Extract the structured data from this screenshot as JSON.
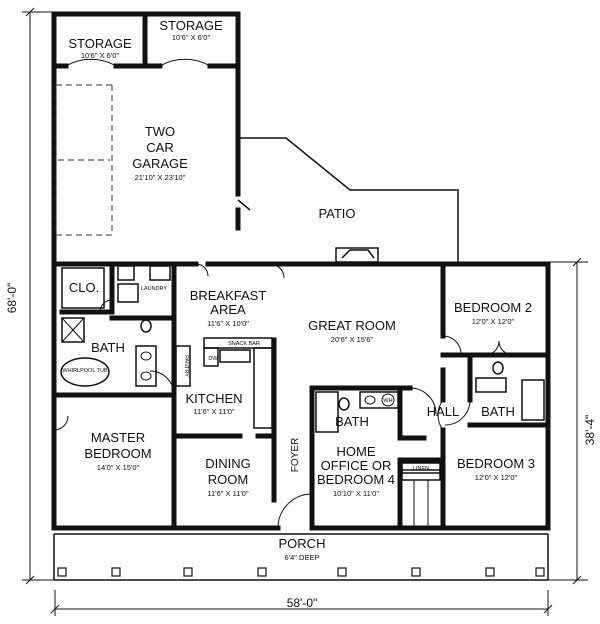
{
  "rooms": {
    "storage_left": {
      "name": "STORAGE",
      "size": "10'6\" X 6'0\""
    },
    "storage_right": {
      "name": "STORAGE",
      "size": "10'6\" X 6'0\""
    },
    "garage": {
      "line1": "TWO",
      "line2": "CAR",
      "line3": "GARAGE",
      "size": "21'10\" X 23'10\""
    },
    "patio": {
      "name": "PATIO"
    },
    "closet": {
      "name": "CLO."
    },
    "master_bath": {
      "name": "BATH",
      "tub": "WHIRLPOOL TUB"
    },
    "laundry": {
      "name": "LAUNDRY"
    },
    "breakfast": {
      "line1": "BREAKFAST",
      "line2": "AREA",
      "size": "11'6\" X 10'0\""
    },
    "snack_bar": {
      "name": "SNACK BAR"
    },
    "pantry": {
      "name": "PANTRY"
    },
    "kitchen": {
      "name": "KITCHEN",
      "size": "11'6\" X 11'0\""
    },
    "great_room": {
      "name": "GREAT ROOM",
      "size": "20'6\" X 15'6\""
    },
    "bedroom2": {
      "name": "BEDROOM 2",
      "size": "12'0\" X 12'0\""
    },
    "hall_bath": {
      "name": "BATH"
    },
    "hall": {
      "name": "HALL"
    },
    "bath3": {
      "name": "BATH"
    },
    "linen": {
      "name": "LINEN"
    },
    "office": {
      "line1": "HOME",
      "line2": "OFFICE OR",
      "line3": "BEDROOM 4",
      "size": "10'10\" X 11'0\""
    },
    "bedroom3": {
      "name": "BEDROOM 3",
      "size": "12'0\" X 12'0\""
    },
    "master": {
      "line1": "MASTER",
      "line2": "BEDROOM",
      "size": "14'0\" X 15'0\""
    },
    "dining": {
      "line1": "DINING",
      "line2": "ROOM",
      "size": "11'6\" X 11'0\""
    },
    "foyer": {
      "name": "FOYER"
    },
    "porch": {
      "name": "PORCH",
      "size": "6'4\" DEEP"
    }
  },
  "fixtures": {
    "dw": "DW",
    "wh": "WH"
  },
  "dimensions": {
    "overall_depth": "68'-0\"",
    "house_depth": "38'-4\"",
    "width": "58'-0\""
  }
}
